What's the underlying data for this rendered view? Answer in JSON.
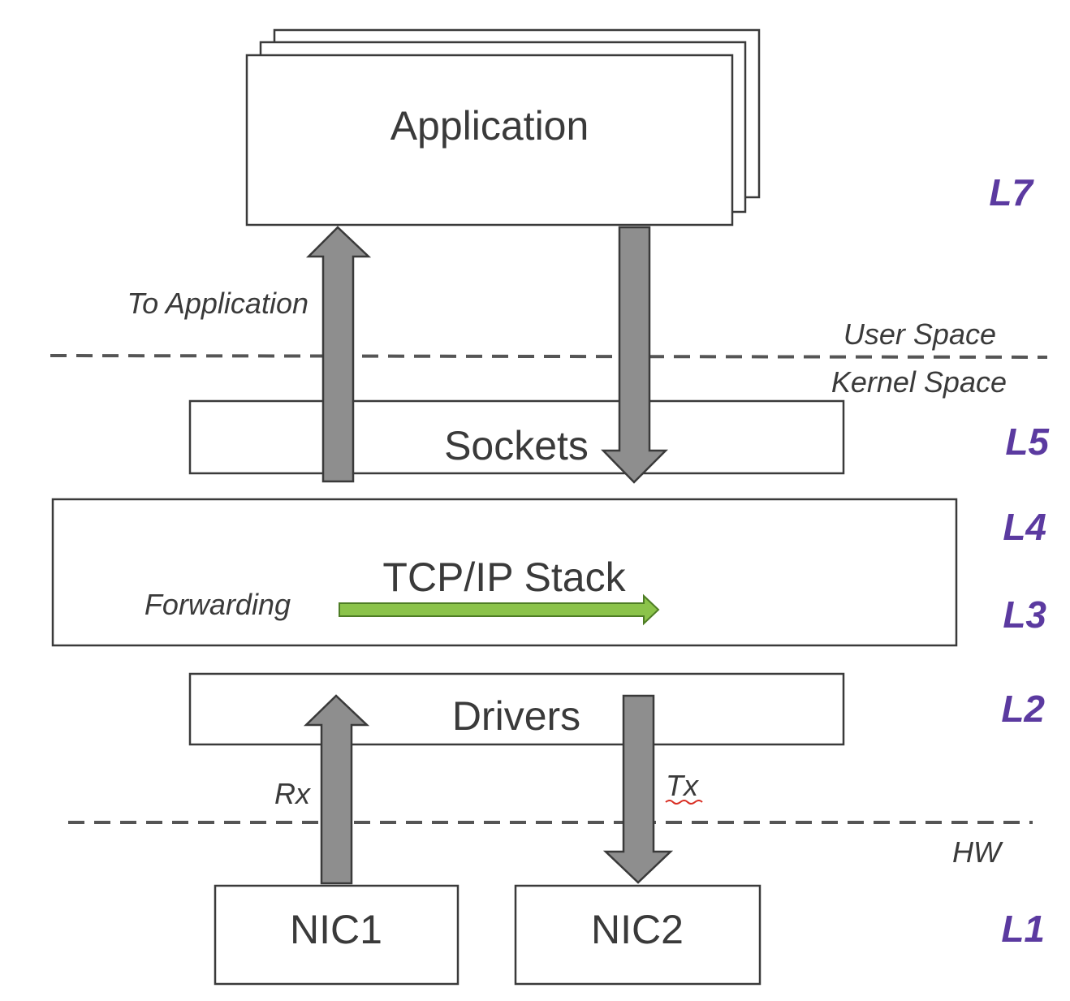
{
  "boxes": {
    "application": "Application",
    "sockets": "Sockets",
    "tcpip": "TCP/IP Stack",
    "drivers": "Drivers",
    "nic1": "NIC1",
    "nic2": "NIC2"
  },
  "notes": {
    "to_application": "To Application",
    "user_space": "User Space",
    "kernel_space": "Kernel Space",
    "forwarding": "Forwarding",
    "rx": "Rx",
    "tx": "Tx",
    "hw": "HW"
  },
  "layers": [
    "L7",
    "L5",
    "L4",
    "L3",
    "L2",
    "L1"
  ],
  "colors": {
    "layer_label": "#5b3aa0",
    "forward_arrow": "#8bc34a",
    "flow_arrow": "#8e8e8e"
  }
}
